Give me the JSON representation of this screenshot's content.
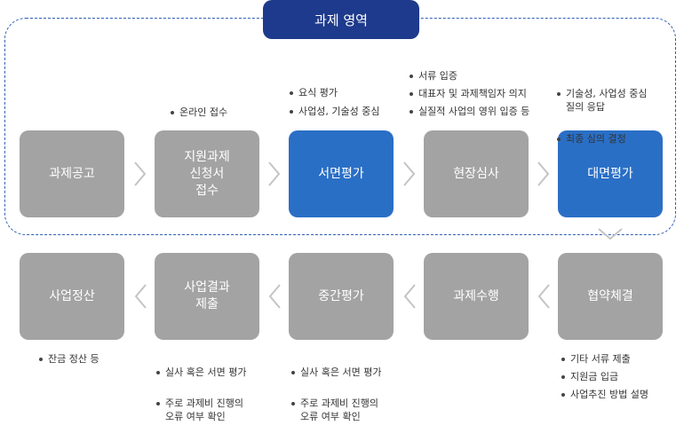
{
  "region": {
    "title": "과제 영역"
  },
  "steps": [
    {
      "label": "과제공고",
      "highlight": false,
      "notes": []
    },
    {
      "label": "지원과제\n신청서\n접수",
      "highlight": false,
      "notes": [
        "온라인 접수"
      ]
    },
    {
      "label": "서면평가",
      "highlight": true,
      "notes": [
        "요식 평가",
        "사업성, 기술성 중심"
      ]
    },
    {
      "label": "현장심사",
      "highlight": false,
      "notes": [
        "서류 입증",
        "대표자 및 과제책임자 의지",
        "실질적 사업의 영위 입증 등"
      ]
    },
    {
      "label": "대면평가",
      "highlight": true,
      "notes": [
        "기술성, 사업성 중심\n질의 응답",
        "최종 심의 결정"
      ]
    },
    {
      "label": "협약체결",
      "highlight": false,
      "notes": [
        "기타 서류 제출",
        "지원금 입금",
        "사업추진 방법 설명"
      ]
    },
    {
      "label": "과제수행",
      "highlight": false,
      "notes": []
    },
    {
      "label": "중간평가",
      "highlight": false,
      "notes": [
        "실사 혹은 서면 평가",
        "주로 과제비 진행의\n오류 여부 확인"
      ]
    },
    {
      "label": "사업결과\n제출",
      "highlight": false,
      "notes": [
        "실사 혹은 서면 평가",
        "주로 과제비 진행의\n오류 여부 확인"
      ]
    },
    {
      "label": "사업정산",
      "highlight": false,
      "notes": [
        "잔금 정산 등"
      ]
    }
  ],
  "colors": {
    "box_gray": "#a3a3a3",
    "box_blue": "#2a6fc6",
    "title_navy": "#1e3a8c",
    "region_border": "#2f5fb4",
    "chevron": "#c4c4c4"
  }
}
